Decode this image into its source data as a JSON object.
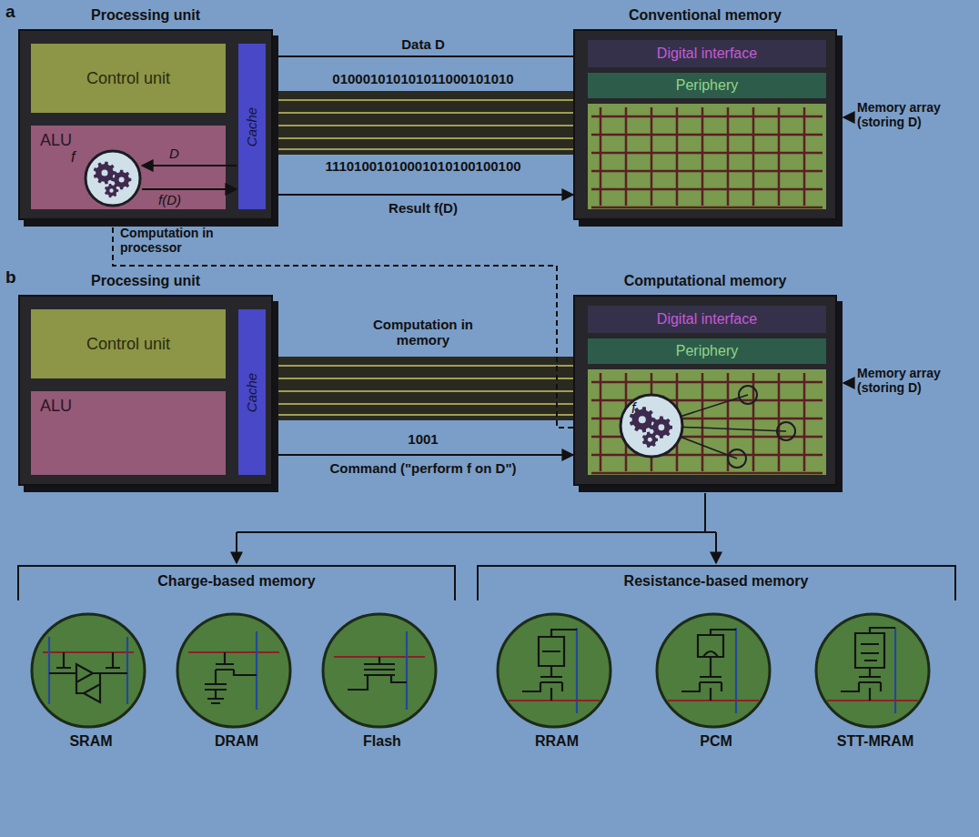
{
  "diagram": {
    "nodes": [
      {
        "text": [
          "Processing unit"
        ]
      },
      {
        "text": [
          "Control unit"
        ],
        "in": 0
      },
      {
        "text": [
          "ALU"
        ],
        "in": 0
      },
      {
        "text": [
          "Cache"
        ],
        "in": 0
      },
      {
        "text": [
          "Conventional memory"
        ]
      },
      {
        "text": [
          "Digital interface"
        ],
        "in": 4
      },
      {
        "text": [
          "Periphery"
        ],
        "in": 4
      },
      {
        "text": [
          "Processing unit"
        ]
      },
      {
        "text": [
          "Control unit"
        ],
        "in": 7
      },
      {
        "text": [
          "ALU"
        ],
        "in": 7
      },
      {
        "text": [
          "Cache"
        ],
        "in": 7
      },
      {
        "text": [
          "Computational memory"
        ]
      },
      {
        "text": [
          "Digital interface"
        ],
        "in": 11
      },
      {
        "text": [
          "Periphery"
        ],
        "in": 11
      },
      {
        "text": [
          "SRAM"
        ]
      },
      {
        "text": [
          "DRAM"
        ]
      },
      {
        "text": [
          "Flash"
        ]
      },
      {
        "text": [
          "RRAM"
        ]
      },
      {
        "text": [
          "PCM"
        ]
      },
      {
        "text": [
          "STT-MRAM"
        ]
      }
    ],
    "edges": [
      {
        "from": 4,
        "to": 3,
        "arrow": "to",
        "label": "Data D"
      },
      {
        "from": 3,
        "to": 4,
        "arrow": "to",
        "label": "Result f(D)"
      },
      {
        "from": 2,
        "to": 11,
        "arrow": "none"
      },
      {
        "from": 10,
        "to": 11,
        "arrow": "to",
        "label": "Command (\"perform f on D\")"
      }
    ],
    "labels": [
      "a",
      "f",
      "D",
      "f(D)",
      "010001010101011000101010",
      "11101001010001010100100100",
      "Memory array (storing D)",
      "Computation in processor",
      "b",
      "Computation in memory",
      "1001",
      "Memory array (storing D)",
      "f",
      "Charge-based memory",
      "Resistance-based memory"
    ]
  }
}
